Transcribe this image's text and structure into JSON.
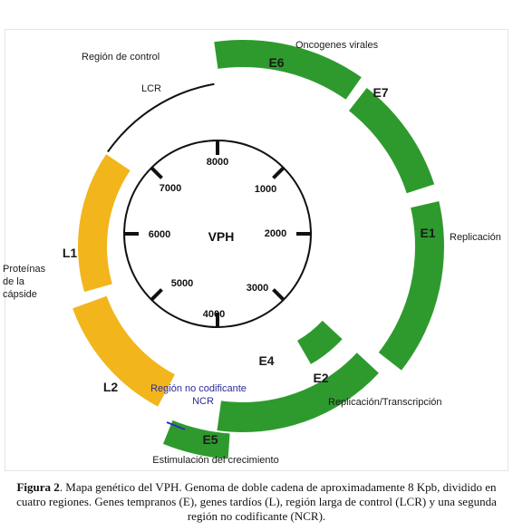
{
  "diagram": {
    "center_label": "VPH",
    "ticks": [
      "8000",
      "1000",
      "2000",
      "3000",
      "4000",
      "5000",
      "6000",
      "7000"
    ],
    "segments": {
      "E6": "E6",
      "E7": "E7",
      "E1": "E1",
      "E2": "E2",
      "E4": "E4",
      "E5": "E5",
      "L2": "L2",
      "L1": "L1"
    },
    "labels": {
      "control_region": "Región de control",
      "lcr": "LCR",
      "oncogenes": "Oncogenes virales",
      "replication": "Replicación",
      "replication_transcription": "Replicación/Transcripción",
      "growth_stimulation": "Estimulación del crecimiento",
      "ncr_line1": "Región no codificante",
      "ncr_line2": "NCR",
      "capsid_line1": "Proteínas",
      "capsid_line2": "de la",
      "capsid_line3": "cápside"
    },
    "colors": {
      "early_genes": "#2e9a2e",
      "late_genes": "#f2b51c",
      "lcr_arc": "#111111",
      "ncr_line": "#2b2bbf"
    }
  },
  "caption": {
    "figure_label": "Figura 2",
    "text": ". Mapa genético del VPH. Genoma de doble cadena de aproximadamente 8 Kpb, dividido en cuatro regiones. Genes tempranos (E), genes tardíos (L), región larga de control (LCR) y una segunda región no codificante (NCR)."
  }
}
